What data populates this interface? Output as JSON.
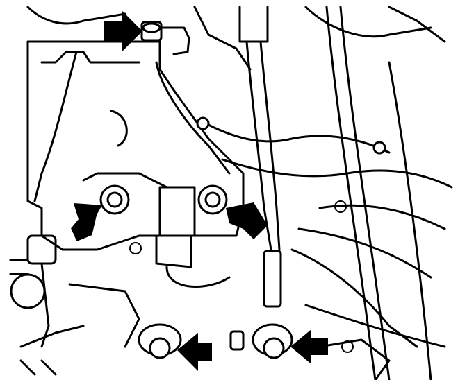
{
  "diagram": {
    "callout_arrows": [
      {
        "target": "top-bolt"
      },
      {
        "target": "left-mount-bolt"
      },
      {
        "target": "center-mount-bolt"
      },
      {
        "target": "bottom-left-bolt"
      },
      {
        "target": "bottom-right-bolt"
      }
    ],
    "colors": {
      "ink": "#000000",
      "paper": "#ffffff"
    }
  }
}
